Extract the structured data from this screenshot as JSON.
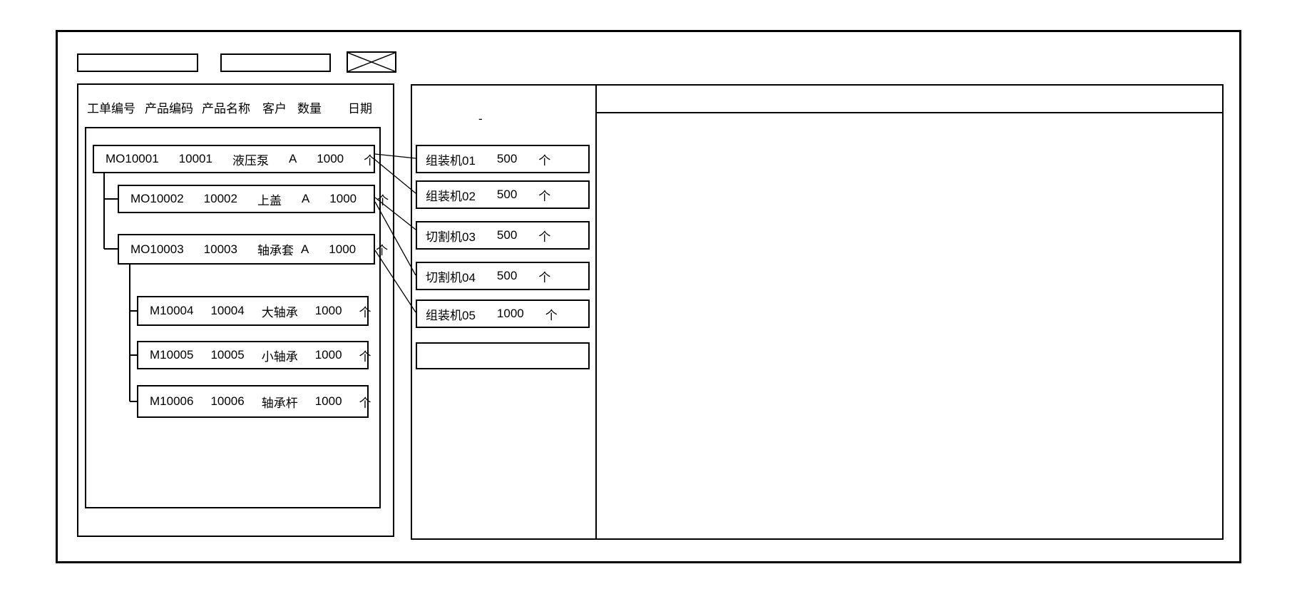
{
  "toolbar": {
    "field1": "",
    "field2": ""
  },
  "left_panel": {
    "columns": [
      "工单编号",
      "产品编码",
      "产品名称",
      "客户",
      "数量",
      "日期"
    ],
    "orders": [
      {
        "order_no": "MO10001",
        "product_code": "10001",
        "product_name": "液压泵",
        "customer": "A",
        "qty": "1000",
        "unit": "个"
      },
      {
        "order_no": "MO10002",
        "product_code": "10002",
        "product_name": "上盖",
        "customer": "A",
        "qty": "1000",
        "unit": "个"
      },
      {
        "order_no": "MO10003",
        "product_code": "10003",
        "product_name": "轴承套",
        "customer": "A",
        "qty": "1000",
        "unit": "个"
      },
      {
        "order_no": "M10004",
        "product_code": "10004",
        "product_name": "大轴承",
        "qty": "1000",
        "unit": "个"
      },
      {
        "order_no": "M10005",
        "product_code": "10005",
        "product_name": "小轴承",
        "qty": "1000",
        "unit": "个"
      },
      {
        "order_no": "M10006",
        "product_code": "10006",
        "product_name": "轴承杆",
        "qty": "1000",
        "unit": "个"
      }
    ]
  },
  "machine_panel": {
    "stray_mark": "-",
    "machines": [
      {
        "name": "组装机01",
        "qty": "500",
        "unit": "个"
      },
      {
        "name": "组装机02",
        "qty": "500",
        "unit": "个"
      },
      {
        "name": "切割机03",
        "qty": "500",
        "unit": "个"
      },
      {
        "name": "切割机04",
        "qty": "500",
        "unit": "个"
      },
      {
        "name": "组装机05",
        "qty": "1000",
        "unit": "个"
      },
      {
        "name": "",
        "qty": "",
        "unit": ""
      }
    ]
  },
  "colors": {
    "line": "#000000",
    "background": "#ffffff"
  }
}
